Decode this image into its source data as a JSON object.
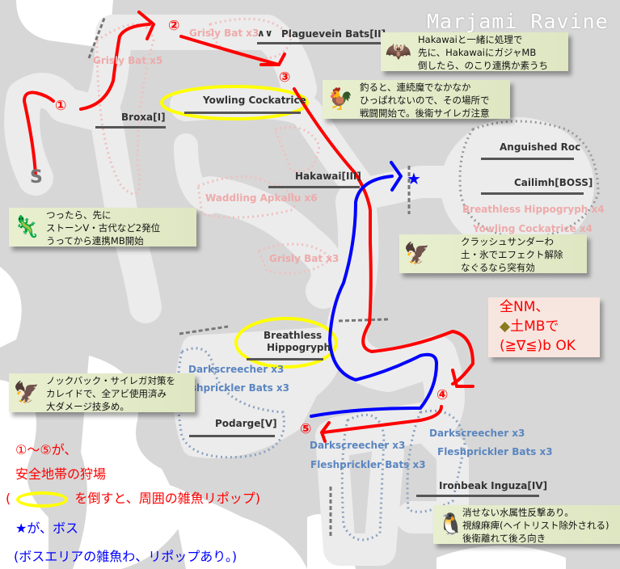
{
  "title": "Marjami Ravine",
  "start_marker": "S",
  "markers": [
    "①",
    "②",
    "③",
    "④",
    "⑤"
  ],
  "notorious_monsters": {
    "plaguevein": "Plaguevein Bats[II]",
    "broxa": "Broxa[I]",
    "yowling": "Yowling Cockatrice",
    "hakawai": "Hakawai[III]",
    "roc": "Anguished Roc",
    "cailimh": "Cailimh[BOSS]",
    "hippogryph_1": "Breathless",
    "hippogryph_2": "Hippogryph",
    "podarge": "Podarge[V]",
    "ironbeak": "Ironbeak Inguza[IV]"
  },
  "mobs_pink": {
    "bat3_top": "Grisly Bat x3",
    "bat5": "Grisly Bat x5",
    "apkallu": "Waddling Apkallu x6",
    "bat3_mid": "Grisly Bat x3",
    "hippo4": "Breathless Hippogryph x4",
    "cock4": "Yowling Cockatrice x4"
  },
  "mobs_blue": {
    "dark_a": "Darkscreecher x3",
    "flesh_a": "Fleshprickler Bats x3",
    "dark_b": "Darkscreecher x3",
    "flesh_b": "Fleshprickler Bats x3",
    "dark_c": "Darkscreecher x3",
    "flesh_c": "Fleshprickler Bats x3"
  },
  "notes": {
    "broxa": [
      "つったら、先に",
      "ストーンV・古代など2発位",
      "うってから連携MB開始"
    ],
    "plaguevein": [
      "Hakawaiと一緒に処理で",
      "先に、HakawaiにガジャMB",
      "倒したら、のこり連携か素うち"
    ],
    "yowling": [
      "釣ると、連続魔でなかなか",
      "ひっぱれないので、その場所で",
      "戦闘開始で。後衛サイレガ注意"
    ],
    "cailimh": [
      "クラッシュサンダーわ",
      "土・氷でエフェクト解除",
      "なぐるなら突有効"
    ],
    "podarge": [
      "ノックバック・サイレガ対策を",
      "カレイドで、全アビ使用済み",
      "大ダメージ技多め。"
    ],
    "ironbeak": [
      "消せない水属性反撃あり。",
      "視線麻痺(ヘイトリスト除外される)",
      "後衛離れて後ろ向き"
    ]
  },
  "handwritten": [
    "全NM、",
    "土MBで",
    "(≧∇≦)b OK"
  ],
  "legend": {
    "line1": "①～⑤が、",
    "line2": "安全地帯の狩場",
    "line3_open": "(",
    "line3_rest": "を倒すと、周囲の雑魚リポップ)",
    "line4": "★が、ボス",
    "line5": "(ボスエリアの雑魚わ、リポップあり。)"
  },
  "colors": {
    "route_red": "#ff0000",
    "route_blue": "#0000ff",
    "highlight": "#ffff00"
  }
}
